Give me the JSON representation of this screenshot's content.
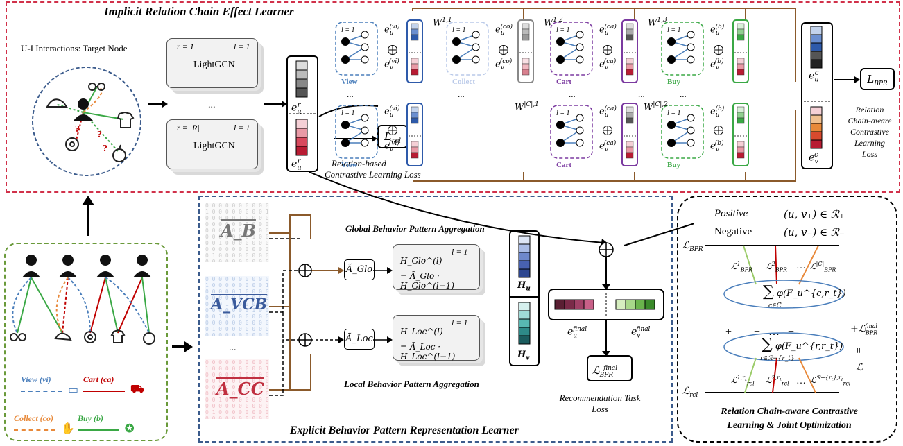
{
  "top_panel": {
    "title": "Implicit Relation Chain Effect Learner",
    "ui_label": "U-I Interactions: Target Node",
    "lightgcn_top": {
      "r": "r = 1",
      "l": "l = 1",
      "name": "LightGCN"
    },
    "lightgcn_ellipsis": "...",
    "lightgcn_bottom": {
      "r": "r = |R|",
      "l": "l = 1",
      "name": "LightGCN"
    },
    "emb_u": "e",
    "emb_u_sub": "u",
    "emb_u_sup": "r",
    "emb_v_sup": "r",
    "rcl_loss": "L",
    "rcl_sub": "rcl",
    "rcl_caption": [
      "Relation-based",
      "Contrastive Learning Loss"
    ],
    "chain1": {
      "labels": [
        "View",
        "Collect",
        "Cart",
        "Buy"
      ],
      "weights": [
        "W^{1,1}",
        "W^{1,2}",
        "W^{1,3}"
      ],
      "rel_sups": [
        "(vi)",
        "(co)",
        "(ca)",
        "(b)"
      ]
    },
    "chain2": {
      "labels": [
        "View",
        "Cart",
        "Buy"
      ],
      "weights": [
        "W^{|C|,1}",
        "W^{|C|,2}"
      ],
      "rel_sups": [
        "(vi)",
        "(ca)",
        "(b)"
      ]
    },
    "layer_tag": "l = 1",
    "ellipsis": "...",
    "ec_u": "e",
    "ec_sup": "c",
    "bpr_loss": "L",
    "bpr_sub": "BPR",
    "rc_caption": [
      "Relation",
      "Chain-aware",
      "Contrastive",
      "Learning",
      "Loss"
    ]
  },
  "left_panel": {
    "legend": [
      {
        "label": "View (vi)",
        "color": "#4a7ebb",
        "icon": "monitor-icon"
      },
      {
        "label": "Cart (ca)",
        "color": "#c00000",
        "icon": "cart-icon"
      },
      {
        "label": "Collect (co)",
        "color": "#e8893a",
        "icon": "thumbs-up-icon"
      },
      {
        "label": "Buy (b)",
        "color": "#3aa845",
        "icon": "money-hand-icon"
      }
    ]
  },
  "middle_panel": {
    "title": "Explicit Behavior Pattern Representation Learner",
    "matrices": [
      "A_B",
      "A_VCB",
      "A_CC"
    ],
    "matrix_ellipsis": "...",
    "global_title": "Global Behavior Pattern Aggregation",
    "local_title": "Local Behavior Pattern Aggregation",
    "a_glo": "Ã_Glo",
    "a_loc": "Ã_Loc",
    "h_glo_1": "H_Glo^(l)",
    "h_glo_2": "= Ã_Glo · H_Glo^(l−1)",
    "h_loc_1": "H_Loc^(l)",
    "h_loc_2": "= Ã_Loc · H_Loc^(l−1)",
    "layer_tag": "l = 1",
    "hu": "H",
    "hu_sub": "u",
    "hv_sub": "v",
    "e_final": "final",
    "final_loss_sub": "BPR",
    "final_loss_sup": "final",
    "rec_caption": [
      "Recommendation Task",
      "Loss"
    ]
  },
  "right_panel": {
    "positive": "Positive",
    "negative": "Negative",
    "pos_set": "(u, v₊) ∈ ℛ₊",
    "neg_set": "(u, v₋) ∈ ℛ₋",
    "l_bpr": "ℒ",
    "l_bpr_sub": "BPR",
    "l_rcl_sub": "rcl",
    "sum_top": "φ(F_u^{c,r_t})",
    "sum_top_idx": "c∈C",
    "sum_bottom": "φ(F_u^{r,r_t})",
    "sum_bottom_idx": "r∈ℛ−{r_t}",
    "plus_row": "+        +   …   +",
    "final_term": "+ℒ",
    "final_sup": "final",
    "eq": "=",
    "l_total": "ℒ",
    "ellipsis": "…",
    "title": [
      "Relation Chain-aware Contrastive",
      "Learning & Joint Optimization"
    ]
  },
  "colors": {
    "red_border": "#d1314a",
    "blue_border": "#3b5b8c",
    "green_border": "#6a9a3a",
    "view": "#4a7ebb",
    "collect": "#e8893a",
    "cart": "#7b3aa0",
    "buy": "#3aa845",
    "brown": "#8b5a2b"
  }
}
